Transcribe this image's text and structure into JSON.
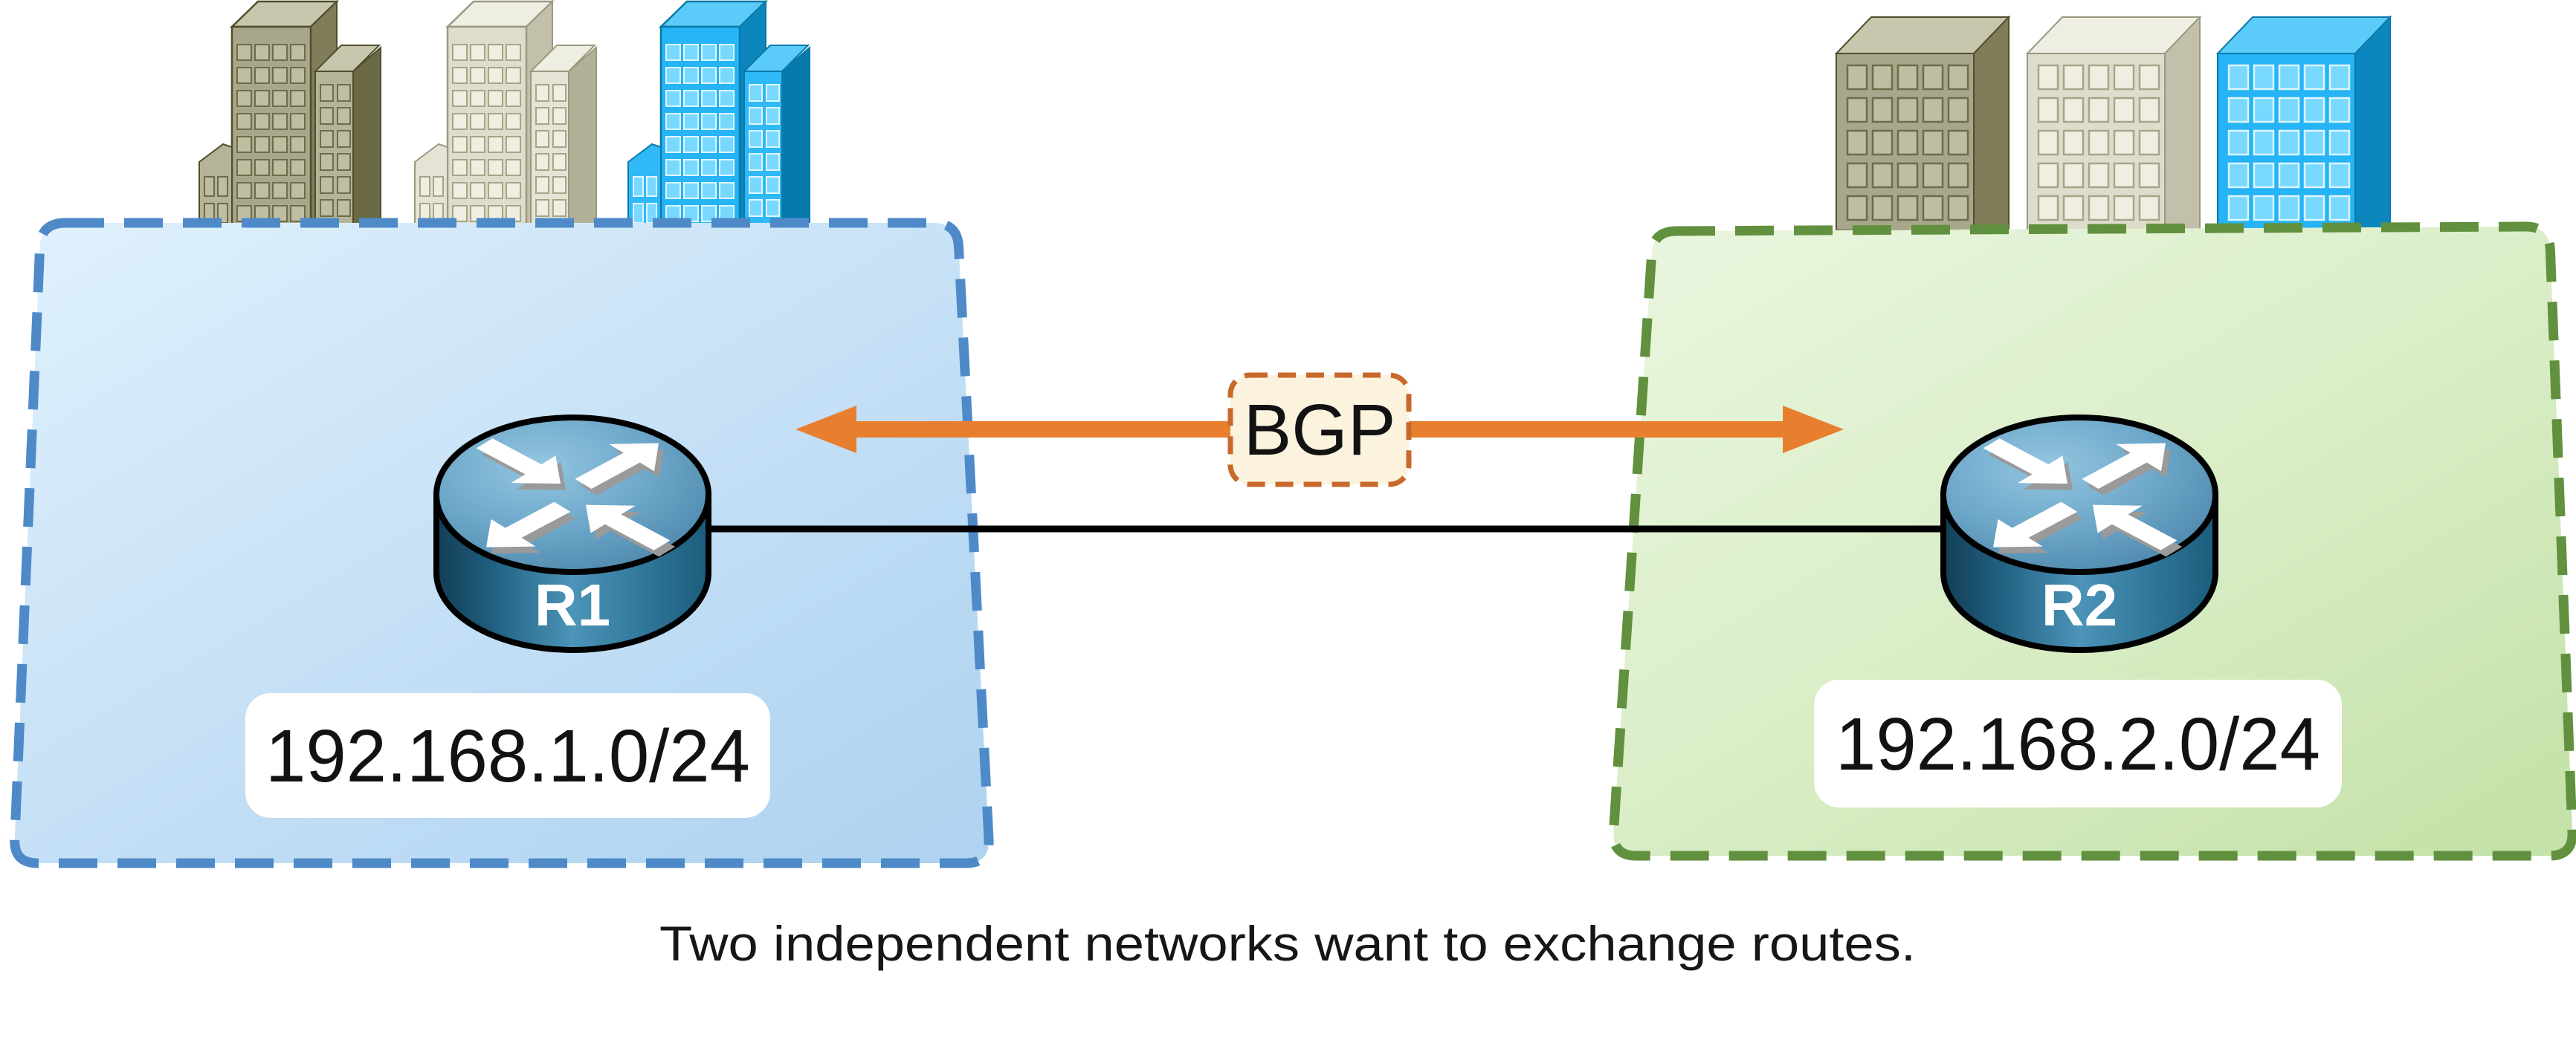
{
  "diagram": {
    "caption": "Two independent networks want to exchange routes.",
    "bgp": {
      "label": "BGP"
    },
    "networks": [
      {
        "cidr": "192.168.1.0/24",
        "router": "R1",
        "region_fill": "#C5E0F6",
        "region_border": "#4E8AC8"
      },
      {
        "cidr": "192.168.2.0/24",
        "router": "R2",
        "region_fill": "#D9EDC6",
        "region_border": "#61903E"
      }
    ],
    "colors": {
      "bgp_arrow": "#E87F2F",
      "bgp_box_fill": "#FBF3DE",
      "bgp_box_border": "#C8682A",
      "link_line": "#000000",
      "router_body": "#3E87AD",
      "router_label_text": "#FFFFFF",
      "caption_text": "#161616",
      "building_olive": "#A9A78B",
      "building_beige": "#DEDDCC",
      "building_blue": "#25B4F5"
    }
  }
}
